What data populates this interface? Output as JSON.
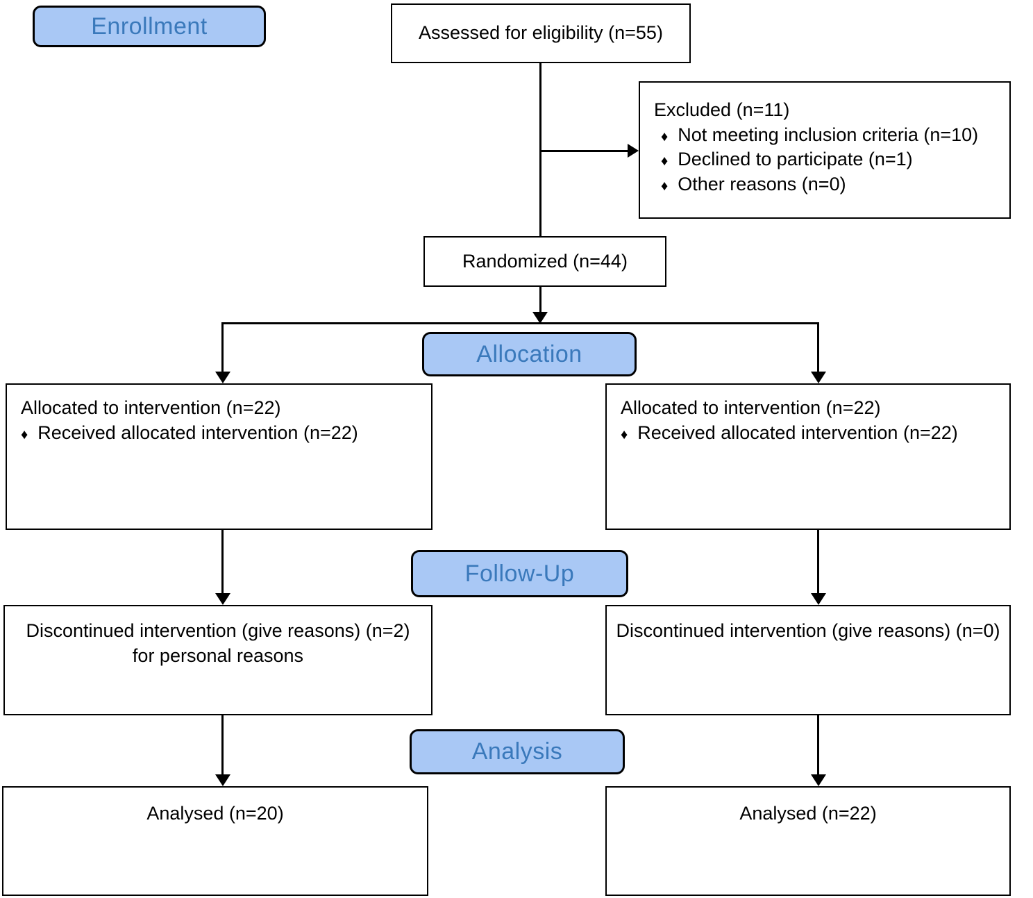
{
  "flow": {
    "bullet": "♦",
    "enrollment_label": "Enrollment",
    "allocation_label": "Allocation",
    "followup_label": "Follow-Up",
    "analysis_label": "Analysis",
    "assessed": {
      "text": "Assessed for eligibility (n=55)"
    },
    "excluded": {
      "title": "Excluded (n=11)",
      "items": [
        "Not meeting inclusion criteria (n=10)",
        "Declined to participate (n=1)",
        "Other reasons (n=0)"
      ]
    },
    "randomized": {
      "text": "Randomized (n=44)"
    },
    "allocated_left": {
      "title": "Allocated to intervention (n=22)",
      "item": "Received allocated intervention (n=22)"
    },
    "allocated_right": {
      "title": "Allocated to intervention (n=22)",
      "item": "Received allocated intervention (n=22)"
    },
    "discontinued_left": {
      "line1": "Discontinued intervention (give reasons) (n=2)",
      "line2": "for personal reasons"
    },
    "discontinued_right": {
      "line1": "Discontinued intervention (give reasons) (n=0)"
    },
    "analysed_left": {
      "text": "Analysed (n=20)"
    },
    "analysed_right": {
      "text": "Analysed (n=22)"
    }
  },
  "colors": {
    "stage_fill": "#a9c8f5",
    "stage_text": "#3a79bb",
    "box_border": "#000000"
  }
}
